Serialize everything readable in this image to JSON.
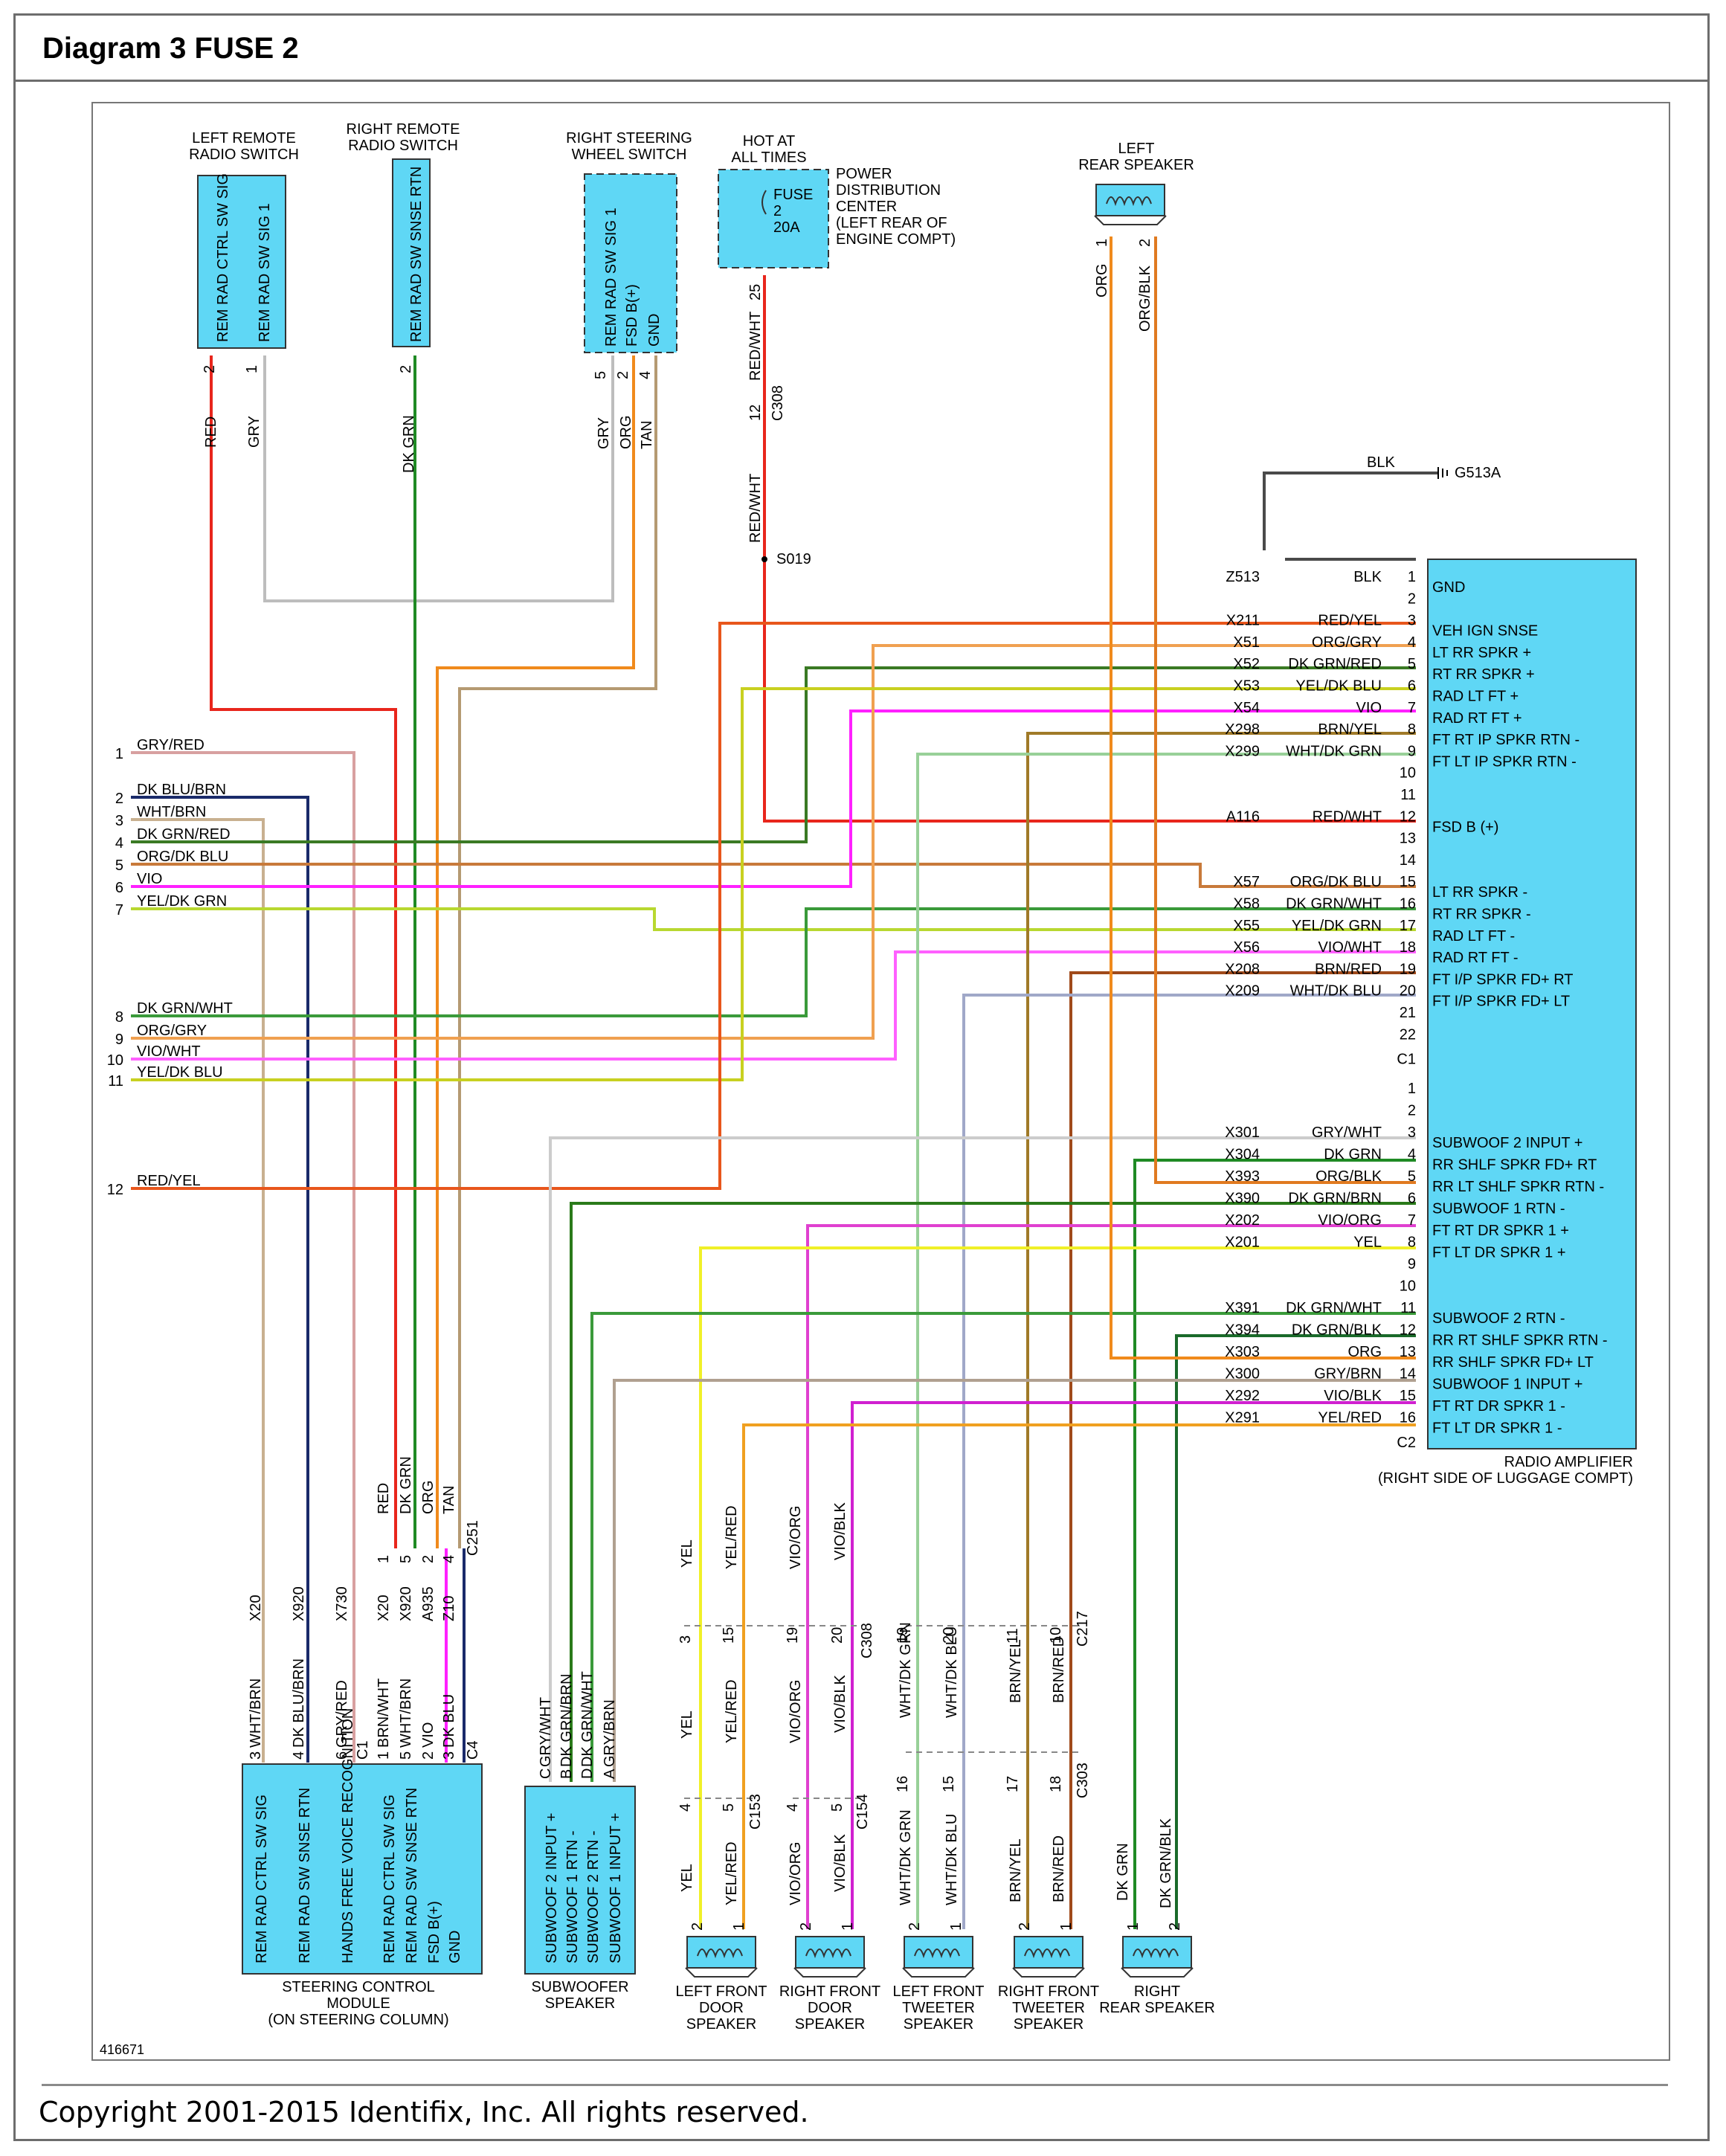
{
  "title": "Diagram 3 FUSE 2",
  "diagram_id": "416671",
  "copyright": "Copyright 2001-2015 Identifix, Inc. All rights reserved.",
  "colors": {
    "component_fill": "#5fd7f5",
    "RED": "#e8261c",
    "GRY": "#bdbdbd",
    "DK GRN": "#1f8a24",
    "ORG": "#f08a1c",
    "TAN": "#b59a72",
    "BLK": "#4a4a4a",
    "RED/WHT": "#e8261c",
    "RED/YEL": "#e8561c",
    "ORG/GRY": "#f0a050",
    "DK GRN/RED": "#3a7a24",
    "YEL/DK BLU": "#c8d020",
    "VIO": "#ff20ff",
    "BRN/YEL": "#a07a28",
    "WHT/DK GRN": "#98d098",
    "GRY/RED": "#d8a0a0",
    "DK BLU/BRN": "#1a2a6a",
    "WHT/BRN": "#c8b090",
    "ORG/DK BLU": "#c87a3a",
    "YEL/DK GRN": "#b8d830",
    "DK GRN/WHT": "#3a9a3a",
    "VIO/WHT": "#ff60ff",
    "BRN/RED": "#a04a1a",
    "WHT/DK BLU": "#a0a8c8",
    "GRY/WHT": "#cccccc",
    "ORG/BLK": "#e07a20",
    "DK GRN/BRN": "#2a7a1a",
    "VIO/ORG": "#e040d0",
    "YEL": "#f0f028",
    "DK GRN/BLK": "#1a6a2a",
    "GRY/BRN": "#b0a090",
    "VIO/BLK": "#d020d0",
    "YEL/RED": "#f0a020"
  },
  "components": {
    "left_remote_switch": {
      "name": [
        "LEFT REMOTE",
        "RADIO SWITCH"
      ],
      "pins": [
        "REM RAD CTRL SW SIG",
        "REM RAD SW SIG 1"
      ],
      "pin_nums": [
        "2",
        "1"
      ],
      "wires": [
        "RED",
        "GRY"
      ]
    },
    "right_remote_switch": {
      "name": [
        "RIGHT REMOTE",
        "RADIO SWITCH"
      ],
      "pins": [
        "REM RAD SW SNSE RTN"
      ],
      "pin_nums": [
        "2"
      ],
      "wires": [
        "DK GRN"
      ]
    },
    "right_steering_switch": {
      "name": [
        "RIGHT STEERING",
        "WHEEL SWITCH"
      ],
      "pins": [
        "REM RAD SW SIG 1",
        "FSD B(+)",
        "GND"
      ],
      "pin_nums": [
        "5",
        "2",
        "4"
      ],
      "wires": [
        "GRY",
        "ORG",
        "TAN"
      ]
    },
    "pdc": {
      "name": [
        "HOT AT",
        "ALL TIMES"
      ],
      "fuse": [
        "FUSE",
        "2",
        "20A"
      ],
      "desc": [
        "POWER",
        "DISTRIBUTION",
        "CENTER",
        "(LEFT REAR OF",
        "ENGINE COMPT)"
      ],
      "pin": "25",
      "wire": "RED/WHT",
      "conn_pin": "12",
      "conn": "C308",
      "splice": "S019"
    },
    "left_rear_speaker": {
      "name": [
        "LEFT",
        "REAR SPEAKER"
      ],
      "pins": [
        "1",
        "2"
      ],
      "wires": [
        "ORG",
        "ORG/BLK"
      ]
    },
    "ground": {
      "wire": "BLK",
      "label": "G513A"
    },
    "amplifier": {
      "name": [
        "RADIO AMPLIFIER",
        "(RIGHT SIDE OF LUGGAGE COMPT)"
      ],
      "c1": [
        {
          "pin": "1",
          "circuit": "Z513",
          "wire": "BLK",
          "func": "GND"
        },
        {
          "pin": "2",
          "circuit": "",
          "wire": "",
          "func": ""
        },
        {
          "pin": "3",
          "circuit": "X211",
          "wire": "RED/YEL",
          "func": "VEH IGN SNSE"
        },
        {
          "pin": "4",
          "circuit": "X51",
          "wire": "ORG/GRY",
          "func": "LT RR SPKR +"
        },
        {
          "pin": "5",
          "circuit": "X52",
          "wire": "DK GRN/RED",
          "func": "RT RR SPKR +"
        },
        {
          "pin": "6",
          "circuit": "X53",
          "wire": "YEL/DK BLU",
          "func": "RAD LT FT +"
        },
        {
          "pin": "7",
          "circuit": "X54",
          "wire": "VIO",
          "func": "RAD RT FT +"
        },
        {
          "pin": "8",
          "circuit": "X298",
          "wire": "BRN/YEL",
          "func": "FT RT IP SPKR RTN -"
        },
        {
          "pin": "9",
          "circuit": "X299",
          "wire": "WHT/DK GRN",
          "func": "FT LT IP SPKR RTN -"
        },
        {
          "pin": "10",
          "circuit": "",
          "wire": "",
          "func": ""
        },
        {
          "pin": "11",
          "circuit": "",
          "wire": "",
          "func": ""
        },
        {
          "pin": "12",
          "circuit": "A116",
          "wire": "RED/WHT",
          "func": "FSD B (+)"
        },
        {
          "pin": "13",
          "circuit": "",
          "wire": "",
          "func": ""
        },
        {
          "pin": "14",
          "circuit": "",
          "wire": "",
          "func": ""
        },
        {
          "pin": "15",
          "circuit": "X57",
          "wire": "ORG/DK BLU",
          "func": "LT RR SPKR -"
        },
        {
          "pin": "16",
          "circuit": "X58",
          "wire": "DK GRN/WHT",
          "func": "RT RR SPKR -"
        },
        {
          "pin": "17",
          "circuit": "X55",
          "wire": "YEL/DK GRN",
          "func": "RAD LT FT -"
        },
        {
          "pin": "18",
          "circuit": "X56",
          "wire": "VIO/WHT",
          "func": "RAD RT FT -"
        },
        {
          "pin": "19",
          "circuit": "X208",
          "wire": "BRN/RED",
          "func": "FT I/P SPKR FD+ RT"
        },
        {
          "pin": "20",
          "circuit": "X209",
          "wire": "WHT/DK BLU",
          "func": "FT I/P SPKR FD+ LT"
        },
        {
          "pin": "21",
          "circuit": "",
          "wire": "",
          "func": ""
        },
        {
          "pin": "22",
          "circuit": "",
          "wire": "",
          "func": ""
        }
      ],
      "c1_label": "C1",
      "c2": [
        {
          "pin": "1",
          "circuit": "",
          "wire": "",
          "func": ""
        },
        {
          "pin": "2",
          "circuit": "",
          "wire": "",
          "func": ""
        },
        {
          "pin": "3",
          "circuit": "X301",
          "wire": "GRY/WHT",
          "func": "SUBWOOF 2 INPUT +"
        },
        {
          "pin": "4",
          "circuit": "X304",
          "wire": "DK GRN",
          "func": "RR SHLF SPKR FD+ RT"
        },
        {
          "pin": "5",
          "circuit": "X393",
          "wire": "ORG/BLK",
          "func": "RR LT SHLF SPKR RTN -"
        },
        {
          "pin": "6",
          "circuit": "X390",
          "wire": "DK GRN/BRN",
          "func": "SUBWOOF 1 RTN -"
        },
        {
          "pin": "7",
          "circuit": "X202",
          "wire": "VIO/ORG",
          "func": "FT RT DR SPKR 1 +"
        },
        {
          "pin": "8",
          "circuit": "X201",
          "wire": "YEL",
          "func": "FT LT DR SPKR 1 +"
        },
        {
          "pin": "9",
          "circuit": "",
          "wire": "",
          "func": ""
        },
        {
          "pin": "10",
          "circuit": "",
          "wire": "",
          "func": ""
        },
        {
          "pin": "11",
          "circuit": "X391",
          "wire": "DK GRN/WHT",
          "func": "SUBWOOF 2 RTN -"
        },
        {
          "pin": "12",
          "circuit": "X394",
          "wire": "DK GRN/BLK",
          "func": "RR RT SHLF SPKR RTN -"
        },
        {
          "pin": "13",
          "circuit": "X303",
          "wire": "ORG",
          "func": "RR SHLF SPKR FD+ LT"
        },
        {
          "pin": "14",
          "circuit": "X300",
          "wire": "GRY/BRN",
          "func": "SUBWOOF 1 INPUT +"
        },
        {
          "pin": "15",
          "circuit": "X292",
          "wire": "VIO/BLK",
          "func": "FT RT DR SPKR 1 -"
        },
        {
          "pin": "16",
          "circuit": "X291",
          "wire": "YEL/RED",
          "func": "FT LT DR SPKR 1 -"
        }
      ],
      "c2_label": "C2"
    },
    "left_connector": [
      {
        "pin": "1",
        "wire": "GRY/RED"
      },
      {
        "pin": "2",
        "wire": "DK BLU/BRN"
      },
      {
        "pin": "3",
        "wire": "WHT/BRN"
      },
      {
        "pin": "4",
        "wire": "DK GRN/RED"
      },
      {
        "pin": "5",
        "wire": "ORG/DK BLU"
      },
      {
        "pin": "6",
        "wire": "VIO"
      },
      {
        "pin": "7",
        "wire": "YEL/DK GRN"
      },
      {
        "pin": "8",
        "wire": "DK GRN/WHT"
      },
      {
        "pin": "9",
        "wire": "ORG/GRY"
      },
      {
        "pin": "10",
        "wire": "VIO/WHT"
      },
      {
        "pin": "11",
        "wire": "YEL/DK BLU"
      },
      {
        "pin": "12",
        "wire": "RED/YEL"
      }
    ],
    "c251": {
      "label": "C251",
      "wires": [
        "RED",
        "DK GRN",
        "ORG",
        "TAN"
      ],
      "pins": [
        "1",
        "5",
        "2",
        "4"
      ]
    },
    "steering_module": {
      "name": [
        "STEERING CONTROL",
        "MODULE",
        "(ON STEERING COLUMN)"
      ],
      "c1_pins": [
        {
          "pin": "3",
          "wire": "WHT/BRN",
          "circuit": "X20",
          "func": "REM RAD CTRL SW SIG"
        },
        {
          "pin": "4",
          "wire": "DK BLU/BRN",
          "circuit": "X920",
          "func": "REM RAD SW SNSE RTN"
        },
        {
          "pin": "6",
          "wire": "GRY/RED",
          "circuit": "X730",
          "func": "HANDS FREE VOICE RECOGNITION"
        }
      ],
      "c1_label": "C1",
      "c4_pins": [
        {
          "pin": "1",
          "wire": "BRN/WHT",
          "circuit": "X20",
          "func": "REM RAD CTRL SW SIG"
        },
        {
          "pin": "5",
          "wire": "WHT/BRN",
          "circuit": "X920",
          "func": "REM RAD SW SNSE RTN"
        },
        {
          "pin": "2",
          "wire": "VIO",
          "circuit": "A935",
          "func": "FSD B(+)"
        },
        {
          "pin": "3",
          "wire": "DK BLU",
          "circuit": "Z10",
          "func": "GND"
        }
      ],
      "c4_label": "C4"
    },
    "subwoofer": {
      "name": [
        "SUBWOOFER",
        "SPEAKER"
      ],
      "pins": [
        {
          "pin": "C",
          "wire": "GRY/WHT",
          "func": "SUBWOOF 2 INPUT +"
        },
        {
          "pin": "B",
          "wire": "DK GRN/BRN",
          "func": "SUBWOOF 1 RTN -"
        },
        {
          "pin": "D",
          "wire": "DK GRN/WHT",
          "func": "SUBWOOF 2 RTN -"
        },
        {
          "pin": "A",
          "wire": "GRY/BRN",
          "func": "SUBWOOF 1 INPUT +"
        }
      ]
    },
    "speakers": [
      {
        "name": [
          "LEFT FRONT",
          "DOOR",
          "SPEAKER"
        ],
        "pins": [
          "2",
          "1"
        ],
        "wires": [
          "YEL",
          "YEL/RED"
        ]
      },
      {
        "name": [
          "RIGHT FRONT",
          "DOOR",
          "SPEAKER"
        ],
        "pins": [
          "2",
          "1"
        ],
        "wires": [
          "VIO/ORG",
          "VIO/BLK"
        ]
      },
      {
        "name": [
          "LEFT FRONT",
          "TWEETER",
          "SPEAKER"
        ],
        "pins": [
          "2",
          "1"
        ],
        "wires": [
          "WHT/DK GRN",
          "WHT/DK BLU"
        ]
      },
      {
        "name": [
          "RIGHT FRONT",
          "TWEETER",
          "SPEAKER"
        ],
        "pins": [
          "2",
          "1"
        ],
        "wires": [
          "BRN/YEL",
          "BRN/RED"
        ]
      },
      {
        "name": [
          "RIGHT",
          "REAR SPEAKER"
        ],
        "pins": [
          "1",
          "2"
        ],
        "wires": [
          "DK GRN",
          "DK GRN/BLK"
        ]
      }
    ],
    "mid_connectors": {
      "c308": {
        "label": "C308",
        "pins": [
          "3",
          "15",
          "19",
          "20"
        ],
        "wires": [
          "YEL",
          "YEL/RED",
          "VIO/ORG",
          "VIO/BLK"
        ]
      },
      "c217": {
        "label": "C217",
        "pins": [
          "19",
          "20",
          "11",
          "10"
        ],
        "wires": [
          "WHT/DK GRN",
          "WHT/DK BLU",
          "BRN/YEL",
          "BRN/RED"
        ]
      },
      "c153": {
        "label": "C153",
        "pins": [
          "4",
          "5"
        ],
        "wires": [
          "YEL",
          "YEL/RED"
        ]
      },
      "c154": {
        "label": "C154",
        "pins": [
          "4",
          "5"
        ],
        "wires": [
          "VIO/ORG",
          "VIO/BLK"
        ]
      },
      "c303": {
        "label": "C303",
        "pins": [
          "16",
          "15",
          "17",
          "18"
        ],
        "wires": [
          "WHT/DK GRN",
          "WHT/DK BLU",
          "BRN/YEL",
          "BRN/RED"
        ]
      }
    }
  }
}
